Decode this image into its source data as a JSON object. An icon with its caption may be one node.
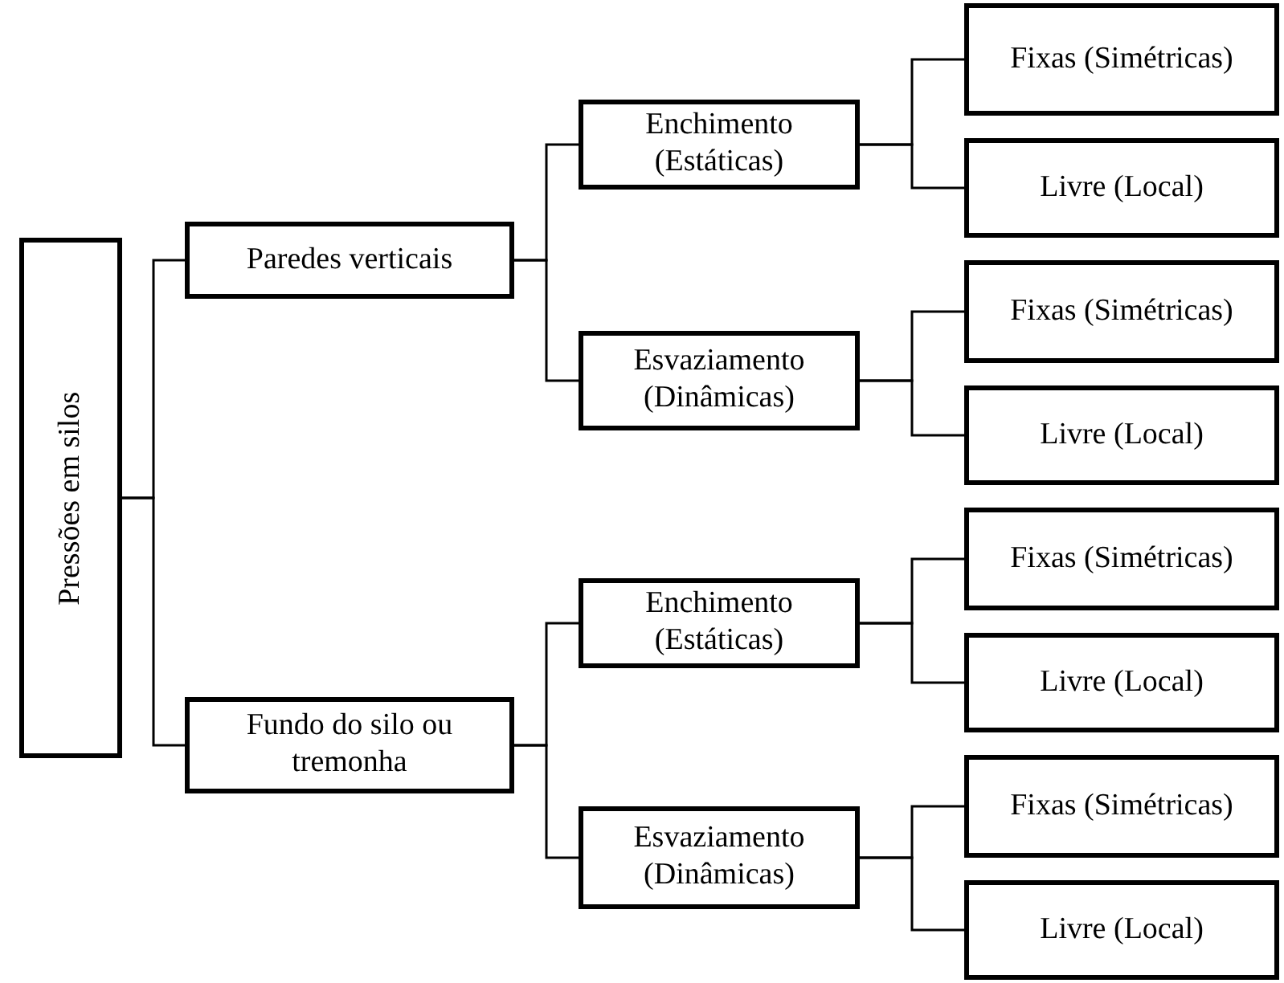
{
  "diagram": {
    "nodes": [
      {
        "text": [
          "Pressões em silos"
        ]
      },
      {
        "text": [
          "Paredes verticais"
        ]
      },
      {
        "text": [
          "Fundo do silo ou tremonha"
        ]
      },
      {
        "text": [
          "Enchimento (Estáticas)"
        ]
      },
      {
        "text": [
          "Esvaziamento (Dinâmicas)"
        ]
      },
      {
        "text": [
          "Enchimento (Estáticas)"
        ]
      },
      {
        "text": [
          "Esvaziamento (Dinâmicas)"
        ]
      },
      {
        "text": [
          "Fixas (Simétricas)"
        ]
      },
      {
        "text": [
          "Livre (Local)"
        ]
      },
      {
        "text": [
          "Fixas (Simétricas)"
        ]
      },
      {
        "text": [
          "Livre (Local)"
        ]
      },
      {
        "text": [
          "Fixas (Simétricas)"
        ]
      },
      {
        "text": [
          "Livre (Local)"
        ]
      },
      {
        "text": [
          "Fixas (Simétricas)"
        ]
      },
      {
        "text": [
          "Livre (Local)"
        ]
      }
    ],
    "edges": [
      {
        "from": 0,
        "to": 1,
        "arrow": "none"
      },
      {
        "from": 0,
        "to": 2,
        "arrow": "none"
      },
      {
        "from": 1,
        "to": 3,
        "arrow": "none"
      },
      {
        "from": 1,
        "to": 4,
        "arrow": "none"
      },
      {
        "from": 2,
        "to": 5,
        "arrow": "none"
      },
      {
        "from": 2,
        "to": 6,
        "arrow": "none"
      },
      {
        "from": 3,
        "to": 7,
        "arrow": "none"
      },
      {
        "from": 3,
        "to": 8,
        "arrow": "none"
      },
      {
        "from": 4,
        "to": 9,
        "arrow": "none"
      },
      {
        "from": 4,
        "to": 10,
        "arrow": "none"
      },
      {
        "from": 5,
        "to": 11,
        "arrow": "none"
      },
      {
        "from": 5,
        "to": 12,
        "arrow": "none"
      },
      {
        "from": 6,
        "to": 13,
        "arrow": "none"
      },
      {
        "from": 6,
        "to": 14,
        "arrow": "none"
      }
    ]
  }
}
